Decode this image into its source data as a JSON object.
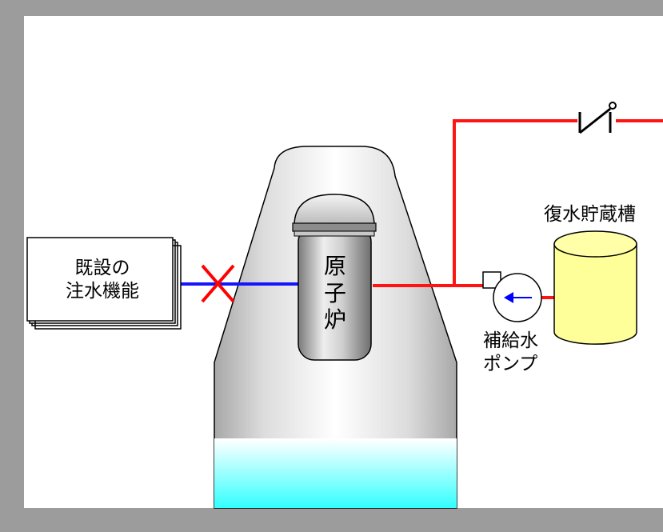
{
  "existing_injection": {
    "line1": "既設の",
    "line2": "注水機能"
  },
  "reactor": {
    "label": [
      "原",
      "子",
      "炉"
    ]
  },
  "condensate_tank": {
    "label": "復水貯蔵槽"
  },
  "makeup_pump": {
    "line1": "補給水",
    "line2": "ポンプ"
  },
  "colors": {
    "injection_line_blue": "#1414ff",
    "makeup_line_red": "#ff1414",
    "failure_mark_red": "#ff0000",
    "tank_fill": "#ffff99",
    "pool_water": "#33ffff",
    "background_frame": "#9c9c9c"
  }
}
